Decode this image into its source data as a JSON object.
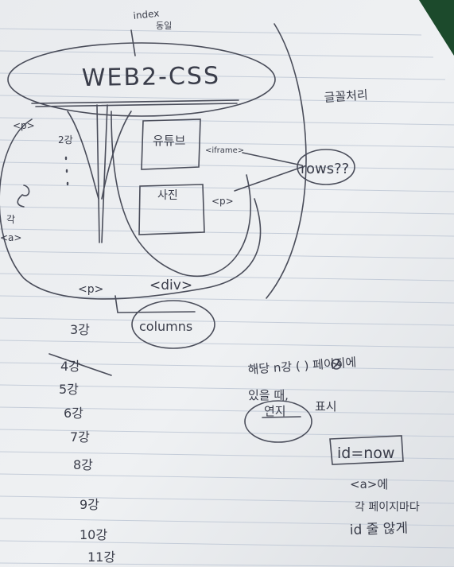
{
  "notes": {
    "top_label_1": "index",
    "top_label_2": "동일",
    "title": "WEB2-CSS",
    "right_note": "글꼴처리",
    "p_tag_left": "<p>",
    "lecture_2": "2강",
    "youtube": "유튜브",
    "iframe_tag": "<iframe>",
    "rows": "rows??",
    "p_tag_middle": "<p>",
    "image_box": "사진",
    "gak": "각",
    "a_tag_left": "<a>",
    "p_tag_bottom": "<p>",
    "div_tag": "<div>",
    "columns": "columns",
    "lecture_3": "3강",
    "lecture_4": "4강",
    "lecture_5": "5강",
    "lecture_6": "6강",
    "lecture_7": "7강",
    "lecture_8": "8강",
    "lecture_9": "9강",
    "lecture_10": "10강",
    "lecture_11": "11강",
    "note_line_1": "해당 n강 ( ) 페이지에",
    "note_line_2": "있을 때,",
    "highlight_word": "연지",
    "note_line_3": "표시",
    "id_now": "id=now",
    "note_line_4": "<a>에",
    "note_line_5": "각 페이지마다",
    "note_line_6": "id 줄 않게"
  },
  "colors": {
    "paper": "#eceef0",
    "rule_line": "#c4ccd8",
    "ink": "#3a3d4a",
    "background": "#1c4a2c"
  }
}
